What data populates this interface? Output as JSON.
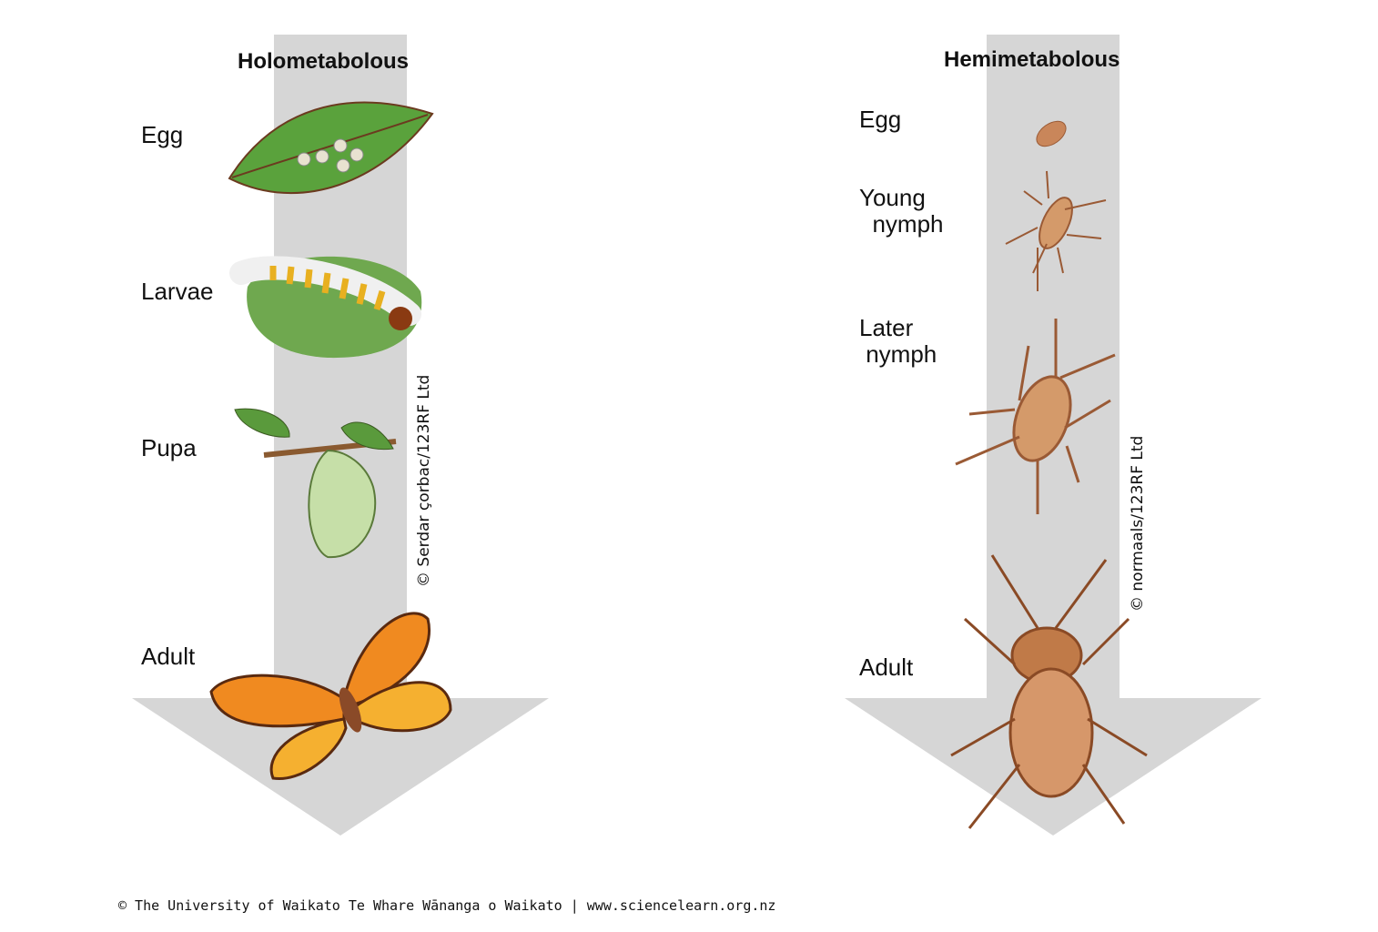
{
  "left": {
    "title": "Holometabolous",
    "stages": [
      "Egg",
      "Larvae",
      "Pupa",
      "Adult"
    ],
    "credit": "© Serdar çorbac/123RF Ltd",
    "icons": [
      "leaf-eggs-icon",
      "caterpillar-icon",
      "chrysalis-icon",
      "butterfly-icon"
    ]
  },
  "right": {
    "title": "Hemimetabolous",
    "stages": [
      "Egg",
      "Young\n  nymph",
      "Later\n nymph",
      "Adult"
    ],
    "credit": "© normaals/123RF Ltd",
    "icons": [
      "egg-icon",
      "young-nymph-icon",
      "later-nymph-icon",
      "cockroach-icon"
    ]
  },
  "footer": "© The University of Waikato Te Whare Wānanga o Waikato | www.sciencelearn.org.nz",
  "colors": {
    "arrow": "#d6d6d6",
    "leaf": "#5aa23c",
    "cockroach": "#c9865a",
    "butterfly": "#f0a020"
  }
}
